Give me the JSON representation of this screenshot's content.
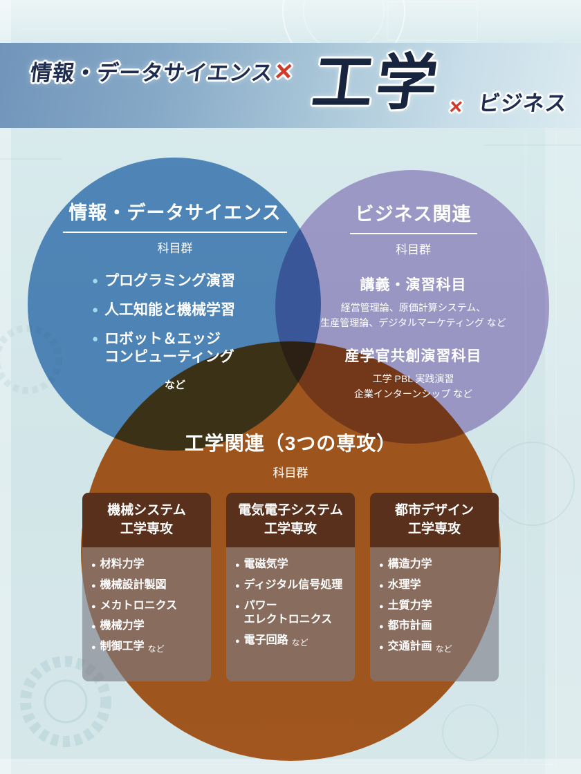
{
  "header": {
    "left": "情報・データサイエンス",
    "cross1": "×",
    "center": "工学",
    "cross2": "×",
    "right": "ビジネス",
    "cross_color": "#d13a2b",
    "text_color": "#1e2c50",
    "band_colors": [
      "#7195ba",
      "#dbeaf0"
    ]
  },
  "datascience_circle": {
    "color": "#4d83b4",
    "title": "情報・データサイエンス",
    "subtitle": "科目群",
    "bullet": "●",
    "items": [
      "プログラミング演習",
      "人工知能と機械学習",
      "ロボット＆エッジ\nコンピューティング"
    ],
    "etc": "など"
  },
  "business_circle": {
    "color": "#9a95c4",
    "title": "ビジネス関連",
    "subtitle": "科目群",
    "lecture_heading": "講義・演習科目",
    "lecture_detail": "経営管理論、原価計算システム、\n生産管理論、デジタルマーケティング など",
    "collab_heading": "産学官共創演習科目",
    "collab_detail": "工学 PBL 実践演習\n企業インターンシップ など"
  },
  "engineering_circle": {
    "color": "#9e551d",
    "title": "工学関連（3つの専攻）",
    "subtitle": "科目群",
    "bullet": "●",
    "column_header_color": "#58301c",
    "columns": [
      {
        "title": "機械システム\n工学専攻",
        "items": [
          "材料力学",
          "機械設計製図",
          "メカトロニクス",
          "機械力学",
          "制御工学"
        ],
        "etc": "など"
      },
      {
        "title": "電気電子システム\n工学専攻",
        "items": [
          "電磁気学",
          "ディジタル信号処理",
          "パワー\nエレクトロニクス",
          "電子回路"
        ],
        "etc": "など"
      },
      {
        "title": "都市デザイン\n工学専攻",
        "items": [
          "構造力学",
          "水理学",
          "土質力学",
          "都市計画",
          "交通計画"
        ],
        "etc": "など"
      }
    ]
  }
}
